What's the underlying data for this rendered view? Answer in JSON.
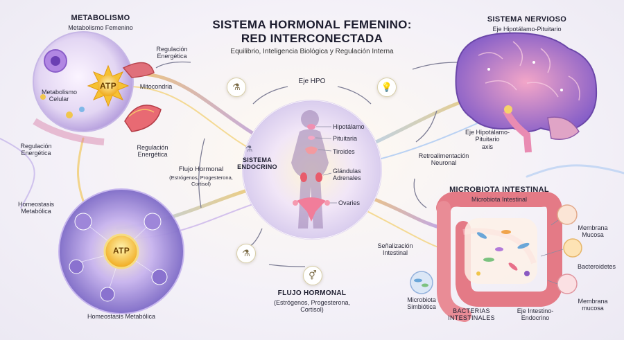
{
  "header": {
    "title_line1": "SISTEMA HORMONAL FEMENINO:",
    "title_line2": "RED INTERCONECTADA",
    "subtitle": "Equilibrio, Inteligencia Biológica y Regulación Interna"
  },
  "metabolism": {
    "title": "METABOLISMO",
    "subtitle": "Metabolismo Femenino",
    "atp": "ATP",
    "metabolismo_celular_1": "Metabolismo",
    "metabolismo_celular_2": "Celular",
    "mitocondria": "Mitocondria",
    "regulacion_top_1": "Regulación",
    "regulacion_top_2": "Energética",
    "regulacion_left_1": "Regulación",
    "regulacion_left_2": "Energética",
    "regulacion_bottom_1": "Regulación",
    "regulacion_bottom_2": "Energética"
  },
  "nervous": {
    "title": "SISTEMA NERVIOSO",
    "subtitle": "Eje Hipotálamo-Pituitario",
    "axis_1": "Eje Hipotálamo-",
    "axis_2": "Pituitario",
    "axis_3": "axis",
    "feedback_1": "Retroalimentación",
    "feedback_2": "Neuronal"
  },
  "center": {
    "eje_hpo": "Eje HPO",
    "sistema_1": "SISTEMA",
    "sistema_2": "ENDOCRINO",
    "organs": [
      "Hipotálamo",
      "Pituitaria",
      "Tiroides",
      "Glándulas",
      "Adrenales",
      "Ovaries"
    ]
  },
  "flujo_left": {
    "title": "Flujo Hormonal",
    "line1": "(Estrógenos, Progesterona,",
    "line2": "Cortisol)"
  },
  "flujo_bottom": {
    "title": "FLUJO HORMONAL",
    "line1": "(Estrógenos, Progesterona,",
    "line2": "Cortisol)"
  },
  "homeostasis": {
    "top_1": "Homeostasis",
    "top_2": "Metabólica",
    "atp": "ATP",
    "bottom": "Homeostasis Metabólica"
  },
  "microbiota": {
    "title": "MICROBIOTA INTESTINAL",
    "subtitle": "Microbiota Intestinal",
    "senal_1": "Señalización",
    "senal_2": "Intestinal",
    "membrana_1": "Membrana",
    "mucosa_1": "Mucosa",
    "bacteroidetes": "Bacteroidetes",
    "membrana_2": "Membrana",
    "mucosa_2": "mucosa",
    "simbiotica_1": "Microbiota",
    "simbiotica_2": "Simbiótica",
    "bacterias_1": "BACTERIAS",
    "bacterias_2": "INTESTINALES",
    "eje_1": "Eje Intestino-",
    "eje_2": "Endocrino"
  },
  "colors": {
    "gold": "#f2b733",
    "purple": "#7b5cc4",
    "pink": "#e86b8c",
    "blue": "#5b8fd9"
  },
  "icons": [
    "flask-icon",
    "lightbulb-icon",
    "hormone-icon",
    "gender-icon"
  ]
}
